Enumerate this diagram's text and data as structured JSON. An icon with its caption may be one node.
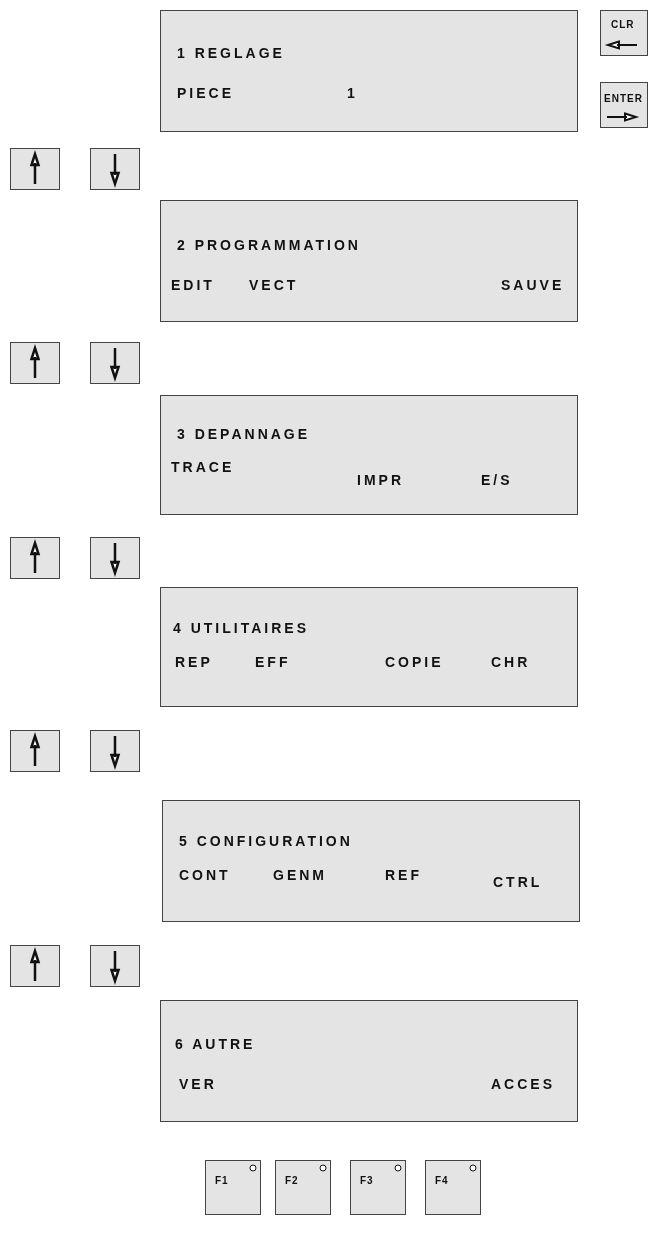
{
  "diagram": {
    "nodes": [
      {
        "text": [
          "1 REGLAGE",
          "PIECE",
          "1"
        ]
      },
      {
        "text": [
          "CLR"
        ]
      },
      {
        "text": [
          "ENTER"
        ]
      },
      {
        "text": [],
        "shape": "box"
      },
      {
        "text": [],
        "shape": "box"
      },
      {
        "text": [
          "2 PROGRAMMATION",
          "EDIT",
          "VECT",
          "SAUVE"
        ]
      },
      {
        "text": [],
        "shape": "box"
      },
      {
        "text": [],
        "shape": "box"
      },
      {
        "text": [
          "3 DEPANNAGE",
          "TRACE",
          "IMPR",
          "E/S"
        ]
      },
      {
        "text": [],
        "shape": "box"
      },
      {
        "text": [],
        "shape": "box"
      },
      {
        "text": [
          "4 UTILITAIRES",
          "REP",
          "EFF",
          "COPIE",
          "CHR"
        ]
      },
      {
        "text": [],
        "shape": "box"
      },
      {
        "text": [],
        "shape": "box"
      },
      {
        "text": [
          "5 CONFIGURATION",
          "CONT",
          "GENM",
          "REF",
          "CTRL"
        ]
      },
      {
        "text": [],
        "shape": "box"
      },
      {
        "text": [],
        "shape": "box"
      },
      {
        "text": [
          "6 AUTRE",
          "VER",
          "ACCES"
        ]
      },
      {
        "text": [
          "F1"
        ]
      },
      {
        "text": [
          "F2"
        ]
      },
      {
        "text": [
          "F3"
        ]
      },
      {
        "text": [
          "F4"
        ]
      }
    ]
  }
}
